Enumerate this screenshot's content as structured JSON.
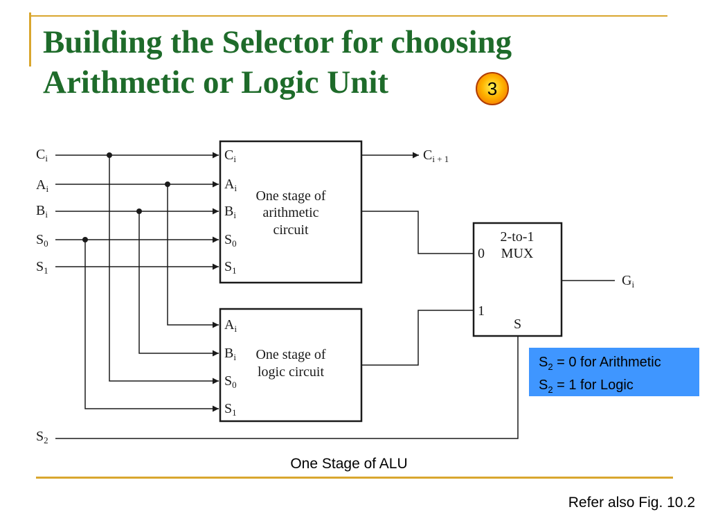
{
  "slide": {
    "title_line1": "Building the Selector for choosing",
    "title_line2": "Arithmetic or Logic Unit",
    "badge_number": "3",
    "caption": "One Stage of ALU",
    "footer_ref": "Refer also Fig. 10.2",
    "accent_color": "#d9a62e",
    "title_color": "#1e6b2a",
    "legend_color": "#3f96ff"
  },
  "legend": {
    "line1_sym": "S",
    "line1_sub": "2",
    "line1_text": " = 0 for Arithmetic",
    "line2_sym": "S",
    "line2_sub": "2",
    "line2_text": " = 1 for Logic"
  },
  "diagram": {
    "inputs": [
      {
        "sym": "C",
        "sub": "i"
      },
      {
        "sym": "A",
        "sub": "i"
      },
      {
        "sym": "B",
        "sub": "i"
      },
      {
        "sym": "S",
        "sub": "0"
      },
      {
        "sym": "S",
        "sub": "1"
      },
      {
        "sym": "S",
        "sub": "2"
      }
    ],
    "arith_block": {
      "ports": [
        {
          "sym": "C",
          "sub": "i"
        },
        {
          "sym": "A",
          "sub": "i"
        },
        {
          "sym": "B",
          "sub": "i"
        },
        {
          "sym": "S",
          "sub": "0"
        },
        {
          "sym": "S",
          "sub": "1"
        }
      ],
      "label_lines": [
        "One stage of",
        "arithmetic",
        "circuit"
      ]
    },
    "logic_block": {
      "ports": [
        {
          "sym": "A",
          "sub": "i"
        },
        {
          "sym": "B",
          "sub": "i"
        },
        {
          "sym": "S",
          "sub": "0"
        },
        {
          "sym": "S",
          "sub": "1"
        }
      ],
      "label_lines": [
        "One stage of",
        "logic circuit"
      ]
    },
    "mux": {
      "label_lines": [
        "2-to-1",
        "MUX"
      ],
      "in0": "0",
      "in1": "1",
      "select": "S"
    },
    "carry_out": {
      "sym": "C",
      "sub": "i + 1"
    },
    "output": {
      "sym": "G",
      "sub": "i"
    }
  }
}
